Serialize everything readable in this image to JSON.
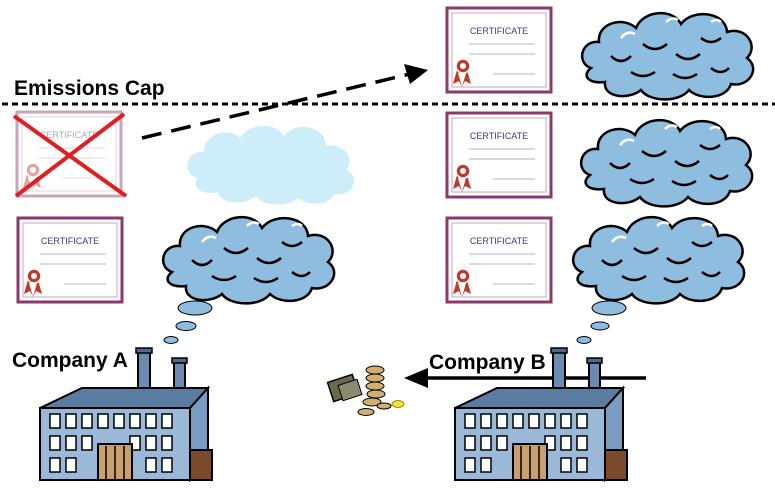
{
  "labels": {
    "emissions_cap": "Emissions Cap",
    "company_a": "Company A",
    "company_b": "Company B"
  },
  "certificates": {
    "text": "CERTIFICATE"
  },
  "colors": {
    "cloud_dark": "#8fbde0",
    "cloud_light": "#cdeef8",
    "cert_border": "#8a3a6a",
    "cert_text": "#3a3a8a",
    "ribbon": "#c0392b",
    "cross": "#e02020",
    "building": "#9ab8d8",
    "door": "#c8a070"
  }
}
